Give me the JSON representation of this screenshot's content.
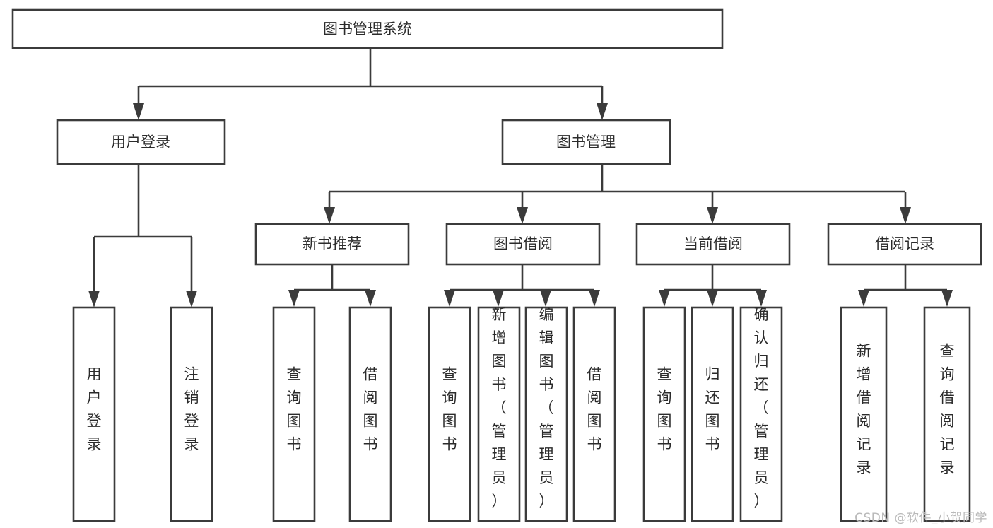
{
  "diagram": {
    "type": "tree-hierarchy",
    "title": "图书管理系统",
    "root": {
      "label": "图书管理系统"
    },
    "level1": [
      {
        "label": "用户登录"
      },
      {
        "label": "图书管理"
      }
    ],
    "level2": [
      {
        "label": "新书推荐",
        "parent": "图书管理"
      },
      {
        "label": "图书借阅",
        "parent": "图书管理"
      },
      {
        "label": "当前借阅",
        "parent": "图书管理"
      },
      {
        "label": "借阅记录",
        "parent": "图书管理"
      }
    ],
    "leaves": {
      "用户登录": [
        {
          "label": "用户登录"
        },
        {
          "label": "注销登录"
        }
      ],
      "新书推荐": [
        {
          "label": "查询图书"
        },
        {
          "label": "借阅图书"
        }
      ],
      "图书借阅": [
        {
          "label": "查询图书"
        },
        {
          "label": "新增图书（管理员）"
        },
        {
          "label": "编辑图书（管理员）"
        },
        {
          "label": "借阅图书"
        }
      ],
      "当前借阅": [
        {
          "label": "查询图书"
        },
        {
          "label": "归还图书"
        },
        {
          "label": "确认归还（管理员）"
        }
      ],
      "借阅记录": [
        {
          "label": "新增借阅记录"
        },
        {
          "label": "查询借阅记录"
        }
      ]
    }
  },
  "watermark": {
    "text": "CSDN @软件_小贺同学"
  },
  "colors": {
    "stroke": "#3b3b3b",
    "fill": "#ffffff",
    "text": "#2b2b2b",
    "watermark": "#b9b9b9"
  }
}
